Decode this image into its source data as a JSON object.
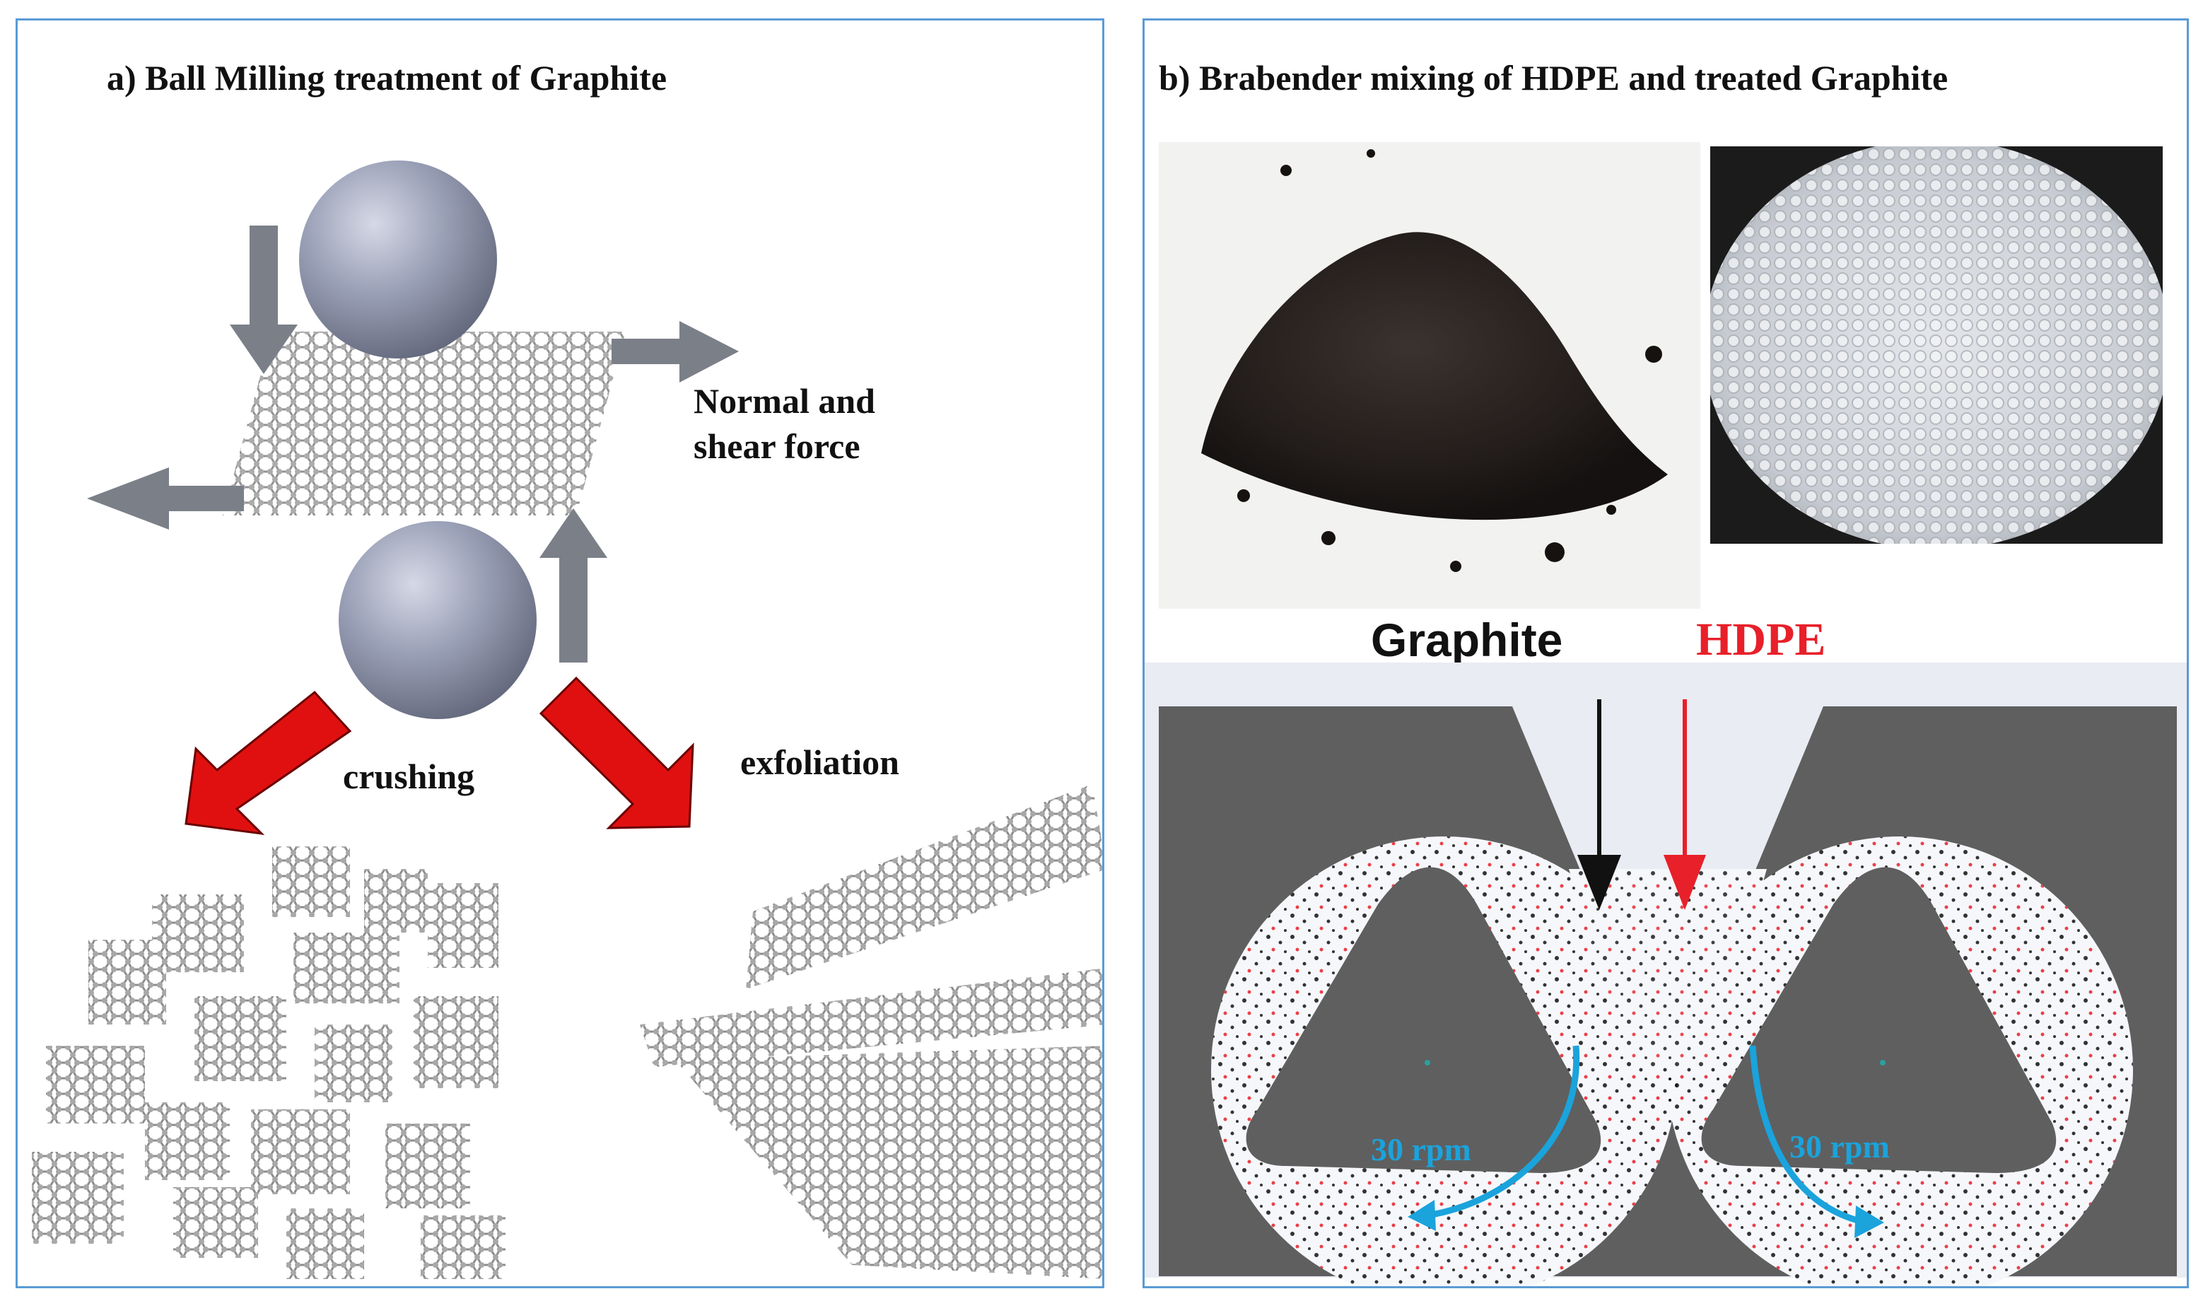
{
  "panel_a": {
    "title": "a) Ball Milling treatment of Graphite",
    "force_label_line1": "Normal and",
    "force_label_line2": "shear force",
    "crushing_label": "crushing",
    "exfoliation_label": "exfoliation"
  },
  "panel_b": {
    "title": "b) Brabender mixing of HDPE and treated Graphite",
    "graphite_label": "Graphite",
    "hdpe_label": "HDPE",
    "left_rotor_speed": "30 rpm",
    "right_rotor_speed": "30 rpm"
  },
  "colors": {
    "frame": "#5b9bd5",
    "ball": "#8a90a8",
    "arrow_gray": "#7b7f88",
    "arrow_red": "#e01010",
    "hdpe_red": "#e8202a",
    "rotation_blue": "#1ba3dc",
    "chamber_gray": "#5f5f5f"
  },
  "icons": [
    "milling-ball-icon",
    "graphene-sheet-icon",
    "graphite-powder-photo",
    "hdpe-pellets-photo",
    "rotor-icon"
  ]
}
